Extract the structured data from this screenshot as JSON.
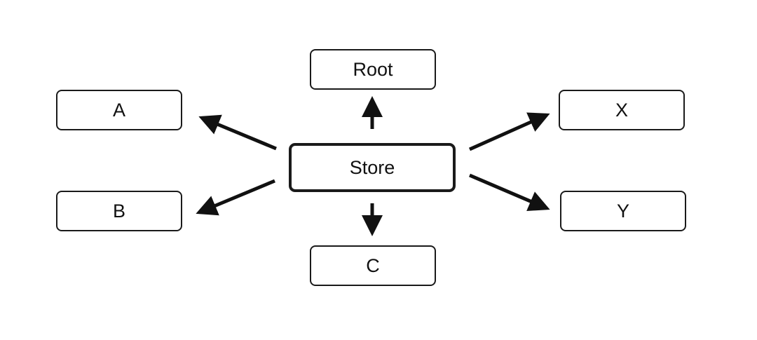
{
  "diagram": {
    "center": {
      "label": "Store"
    },
    "nodes": {
      "root": {
        "label": "Root"
      },
      "a": {
        "label": "A"
      },
      "b": {
        "label": "B"
      },
      "c": {
        "label": "C"
      },
      "x": {
        "label": "X"
      },
      "y": {
        "label": "Y"
      }
    },
    "edges": [
      {
        "from": "Store",
        "to": "Root"
      },
      {
        "from": "Store",
        "to": "A"
      },
      {
        "from": "Store",
        "to": "B"
      },
      {
        "from": "Store",
        "to": "C"
      },
      {
        "from": "Store",
        "to": "X"
      },
      {
        "from": "Store",
        "to": "Y"
      }
    ],
    "colors": {
      "stroke": "#1a1a1a",
      "background": "#ffffff"
    }
  }
}
